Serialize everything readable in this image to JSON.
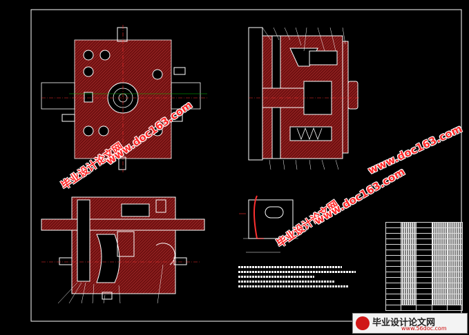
{
  "drawing": {
    "background": "#000000",
    "frame_color": "#ffffff",
    "hatch_color": "#8b1a1a",
    "centerline_color": "#ff3030"
  },
  "watermarks": {
    "cn_text": "毕业设计论文网",
    "url_text": "www.doc163.com"
  },
  "footer_logo": {
    "text": "毕业设计论文网",
    "url": "www.56doc.com"
  }
}
